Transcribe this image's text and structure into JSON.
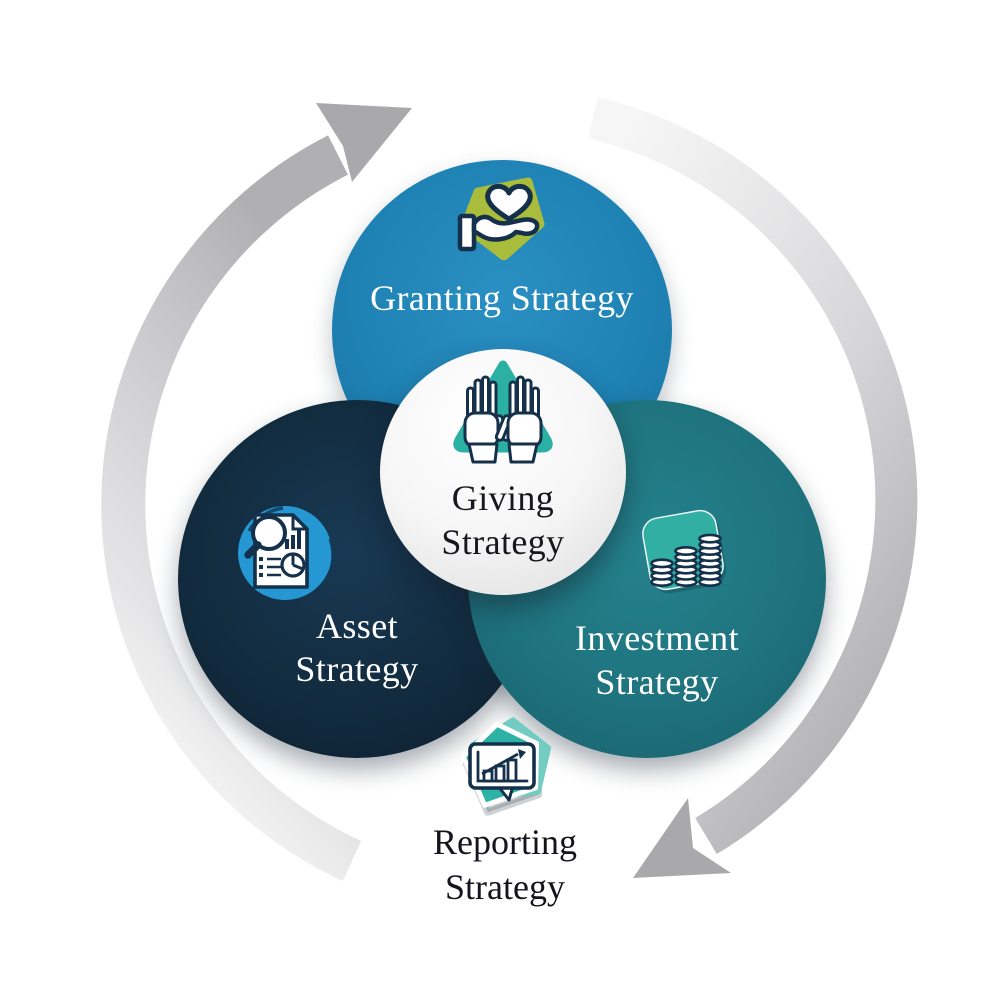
{
  "nodes": {
    "granting": {
      "label": "Granting Strategy",
      "icon": "hand-holding-heart-icon",
      "color": "#1F82B4"
    },
    "asset": {
      "line1": "Asset",
      "line2": "Strategy",
      "icon": "document-magnifier-icon",
      "color": "#122B3E"
    },
    "investment": {
      "line1": "Investment",
      "line2": "Strategy",
      "icon": "coin-stacks-icon",
      "color": "#1F737E"
    },
    "giving": {
      "line1": "Giving",
      "line2": "Strategy",
      "icon": "open-hands-icon",
      "color": "#F1F1F2"
    },
    "reporting": {
      "line1": "Reporting",
      "line2": "Strategy",
      "icon": "chart-speech-bubble-icon",
      "color": "#2EB2A5"
    }
  },
  "cycle_arrow": {
    "direction": "clockwise",
    "color": "#A9A9AC"
  },
  "accents": {
    "olive_green": "#A9BC3B",
    "turquoise": "#2BB1A3",
    "badge_blue": "#2598D4",
    "icon_outline_navy": "#14304A",
    "text_light": "#FFFFFF",
    "text_dark": "#17171D"
  }
}
